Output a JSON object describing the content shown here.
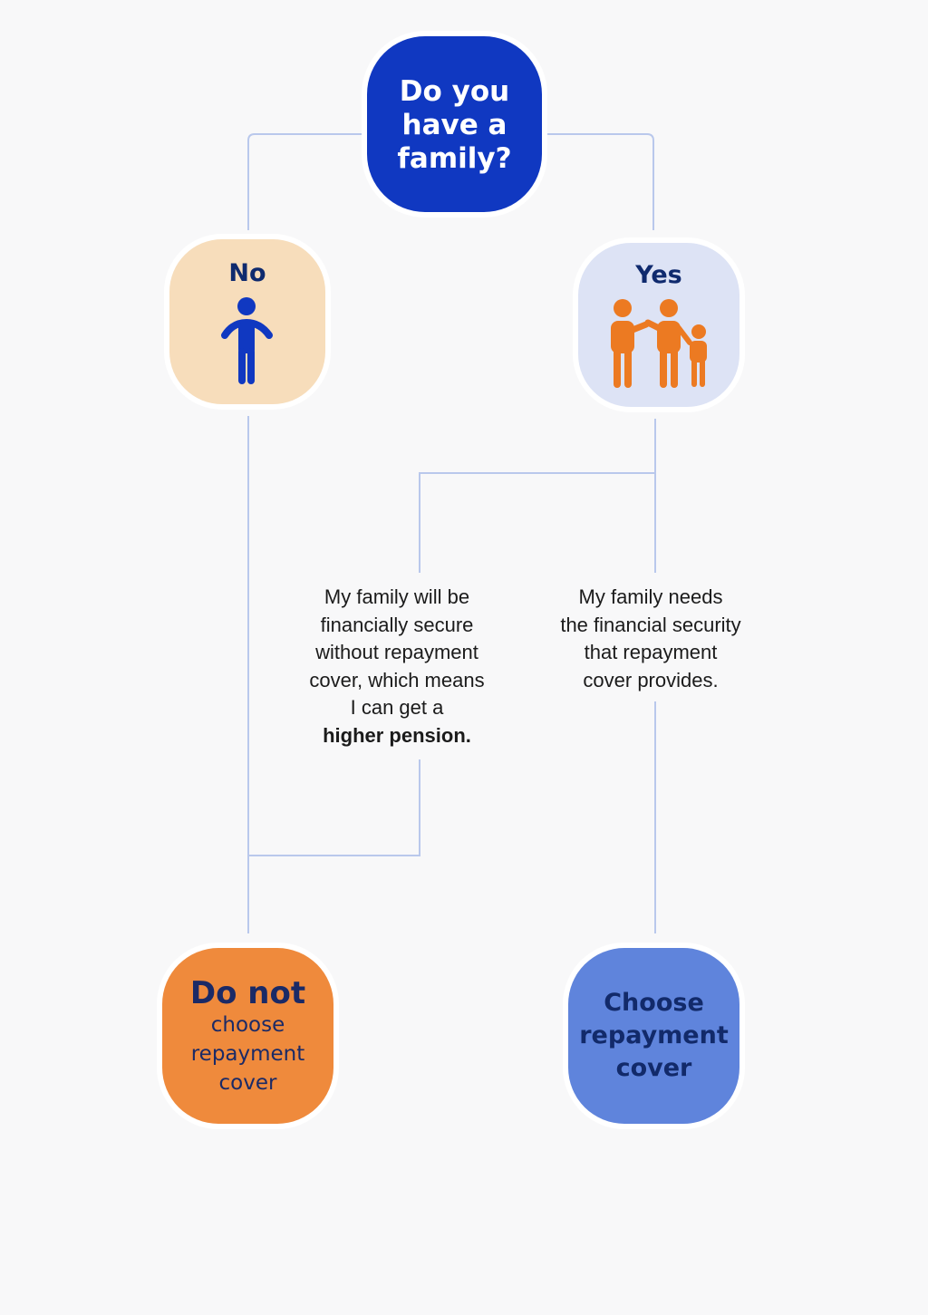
{
  "question": {
    "lines": [
      "Do you",
      "have a",
      "family?"
    ],
    "color": "#1038c1"
  },
  "no": {
    "label": "No",
    "icon": "person-icon",
    "icon_color": "#1038c1",
    "color": "#f7ddbb"
  },
  "yes": {
    "label": "Yes",
    "icon": "family-icon",
    "icon_color": "#ec7a22",
    "color": "#dde3f5"
  },
  "reason_left": {
    "lines": [
      "My family will be",
      "financially secure",
      "without repayment",
      "cover, which means",
      "I can get a"
    ],
    "emphasis": "higher pension."
  },
  "reason_right": {
    "lines": [
      "My family needs",
      "the financial security",
      "that repayment",
      "cover provides."
    ]
  },
  "outcome_no": {
    "title": "Do not",
    "lines": [
      "choose",
      "repayment",
      "cover"
    ],
    "color": "#ef8a3c"
  },
  "outcome_yes": {
    "lines": [
      "Choose",
      "repayment",
      "cover"
    ],
    "color": "#5f84dc"
  },
  "connector_color": "#b9c8ec"
}
